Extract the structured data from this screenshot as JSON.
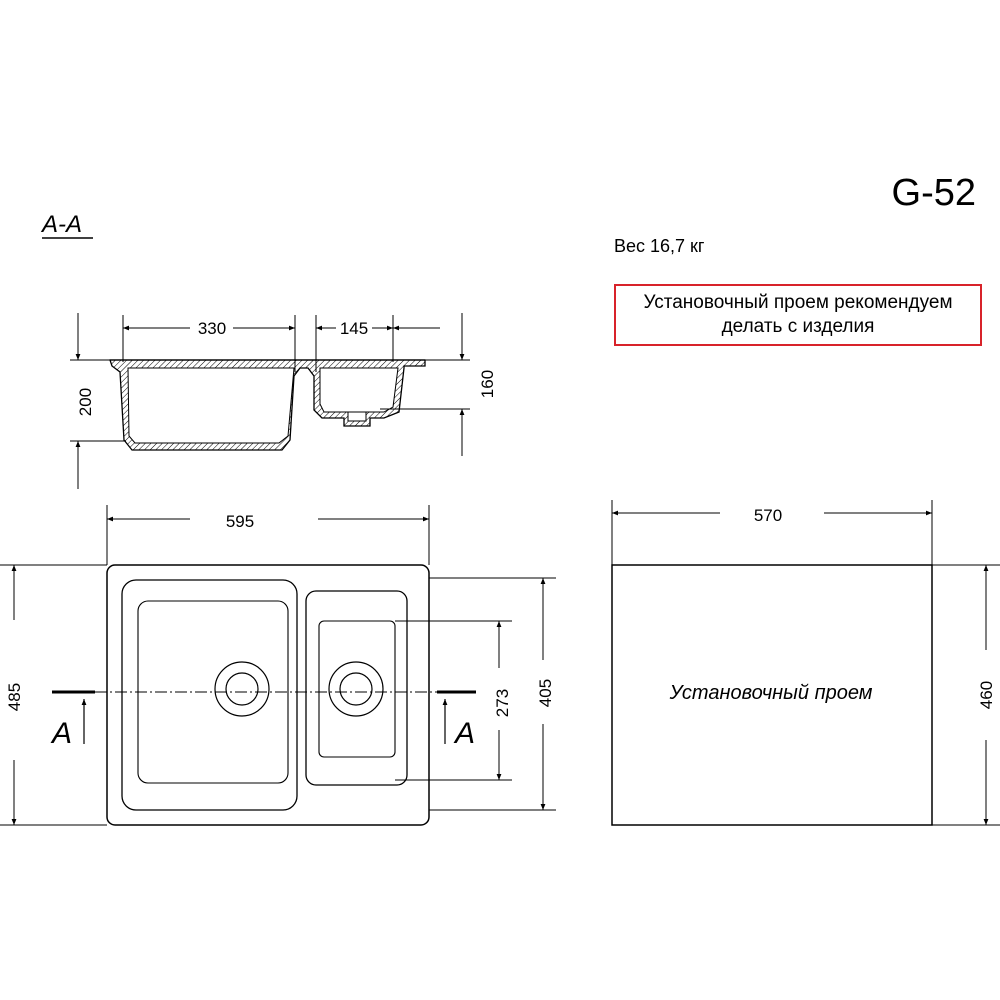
{
  "model": "G-52",
  "weight": "Вес 16,7 кг",
  "note": "Установочный проем рекомендуем делать с изделия",
  "section": {
    "title": "А-А",
    "dims": {
      "left_bowl_width": "330",
      "right_bowl_width": "145",
      "left_depth": "200",
      "right_depth": "160"
    }
  },
  "plan": {
    "dims": {
      "overall_width": "595",
      "overall_depth": "485",
      "small_bowl_height": "273",
      "large_bowl_height": "405"
    },
    "cut_marker": "А"
  },
  "cutout": {
    "label": "Установочный проем",
    "dims": {
      "width": "570",
      "depth": "460"
    }
  }
}
